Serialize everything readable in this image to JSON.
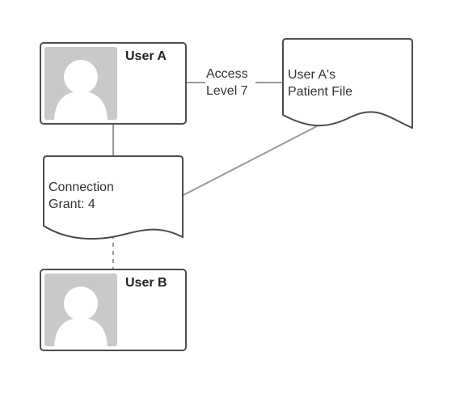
{
  "user_a": {
    "name": "User A"
  },
  "user_b": {
    "name": "User B"
  },
  "access_label": {
    "line1": "Access",
    "line2": "Level 7"
  },
  "patient_file": {
    "line1": "User A's",
    "line2": "Patient File"
  },
  "connection_grant": {
    "line1": "Connection",
    "line2": "Grant: 4"
  },
  "colors": {
    "stroke": "#4d4d4d",
    "connector": "#999999",
    "avatar_bg": "#c9c9c9",
    "avatar_fg": "#ffffff"
  },
  "icons": {
    "user_avatar": "person-silhouette-icon"
  }
}
